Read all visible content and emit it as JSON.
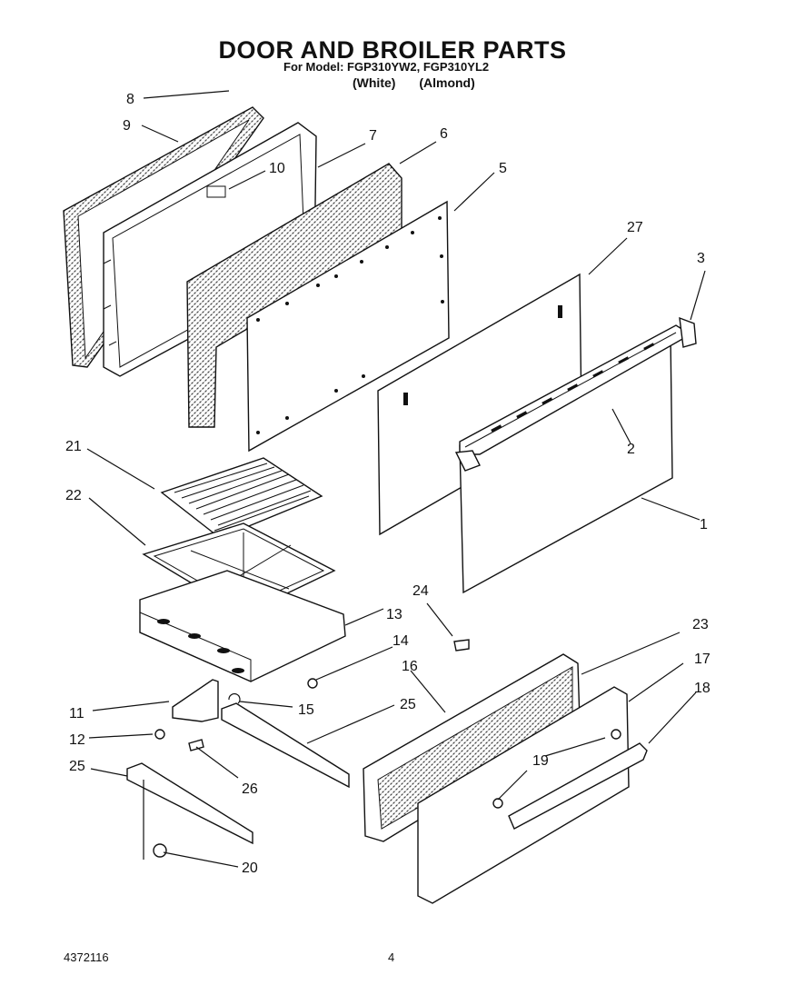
{
  "header": {
    "title": "DOOR AND BROILER PARTS",
    "model_line": "For Model: FGP310YW2, FGP310YL2",
    "colors": [
      "(White)",
      "(Almond)"
    ]
  },
  "footer": {
    "doc_number": "4372116",
    "page_number": "4"
  },
  "callouts": [
    "8",
    "9",
    "7",
    "10",
    "6",
    "5",
    "27",
    "3",
    "2",
    "1",
    "21",
    "22",
    "13",
    "14",
    "24",
    "23",
    "17",
    "18",
    "16",
    "11",
    "15",
    "25",
    "12",
    "19",
    "26",
    "25",
    "20"
  ]
}
